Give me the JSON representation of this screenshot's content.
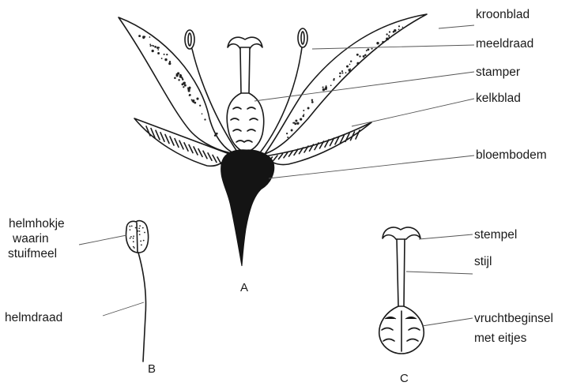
{
  "figure_a": {
    "letter": "A",
    "labels": {
      "petal": "kroonblad",
      "filament": "meeldraad",
      "pistil": "stamper",
      "sepal": "kelkblad",
      "receptacle": "bloembodem"
    }
  },
  "figure_b": {
    "letter": "B",
    "labels": {
      "anther_line1": "helmhokje",
      "anther_line2": "waarin",
      "anther_line3": "stuifmeel",
      "filament": "helmdraad"
    }
  },
  "figure_c": {
    "letter": "C",
    "labels": {
      "stigma": "stempel",
      "style": "stijl",
      "ovary_line1": "vruchtbeginsel",
      "ovary_line2": "met eitjes"
    }
  }
}
